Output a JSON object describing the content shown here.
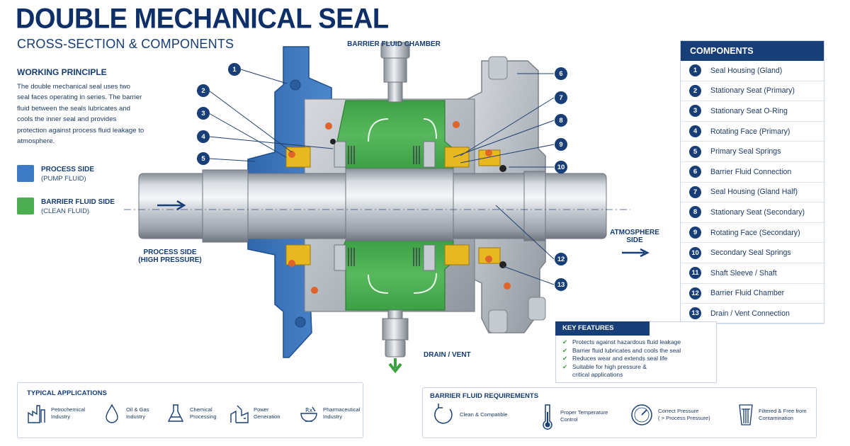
{
  "header": {
    "title": "DOUBLE MECHANICAL SEAL",
    "subtitle": "CROSS-SECTION & COMPONENTS"
  },
  "working_principle": {
    "title": "WORKING PRINCIPLE",
    "text": "The double mechanical seal uses two seal faces operating in series.  The barrier fluid between the seals lubricates and cools the inner seal and provides protection against process fluid leakage to atmosphere."
  },
  "legend": [
    {
      "title": "PROCESS SIDE",
      "sub": "(PUMP FLUID)",
      "color": "#3d7bc4"
    },
    {
      "title": "BARRIER FLUID SIDE",
      "sub": "(CLEAN FLUID)",
      "color": "#4cac52"
    }
  ],
  "diagram_labels": {
    "barrier_chamber": "BARRIER FLUID CHAMBER",
    "drain_vent": "DRAIN / VENT",
    "process_side_line1": "PROCESS SIDE",
    "process_side_line2": "(HIGH PRESSURE)",
    "atmosphere_line1": "ATMOSPHERE",
    "atmosphere_line2": "SIDE"
  },
  "callout_numbers": [
    "1",
    "2",
    "3",
    "4",
    "5",
    "6",
    "7",
    "8",
    "9",
    "10",
    "12",
    "13"
  ],
  "components": {
    "title": "COMPONENTS",
    "items": [
      {
        "num": "1",
        "label": "Seal Housing (Gland)"
      },
      {
        "num": "2",
        "label": "Stationary Seat (Primary)"
      },
      {
        "num": "3",
        "label": "Stationary Seat O-Ring"
      },
      {
        "num": "4",
        "label": "Rotating Face (Primary)"
      },
      {
        "num": "5",
        "label": "Primary Seal Springs"
      },
      {
        "num": "6",
        "label": "Barrier Fluid Connection"
      },
      {
        "num": "7",
        "label": "Seal Housing (Gland Half)"
      },
      {
        "num": "8",
        "label": "Stationary Seat (Secondary)"
      },
      {
        "num": "9",
        "label": "Rotating Face (Secondary)"
      },
      {
        "num": "10",
        "label": "Secondary Seal Springs"
      },
      {
        "num": "11",
        "label": "Shaft Sleeve / Shaft"
      },
      {
        "num": "12",
        "label": "Barrier Fluid Chamber"
      },
      {
        "num": "13",
        "label": "Drain / Vent Connection"
      }
    ]
  },
  "key_features": {
    "title": "KEY FEATURES",
    "items": [
      "Protects against hazardous fluid leakage",
      "Barrier fluid lubricates and cools the seal",
      "Reduces wear and extends seal life",
      "Suitable for high pressure &",
      "critical applications"
    ]
  },
  "applications": {
    "title": "TYPICAL APPLICATIONS",
    "items": [
      {
        "line1": "Petrochemical",
        "line2": "Industry",
        "icon": "refinery-icon"
      },
      {
        "line1": "Oil & Gas",
        "line2": "Industry",
        "icon": "drop-icon"
      },
      {
        "line1": "Chemical",
        "line2": "Processing",
        "icon": "flask-icon"
      },
      {
        "line1": "Power",
        "line2": "Generation",
        "icon": "power-plant-icon"
      },
      {
        "line1": "Pharmaceutical",
        "line2": "Industry",
        "icon": "mortar-icon"
      }
    ]
  },
  "barrier_requirements": {
    "title": "BARRIER FLUID REQUIREMENTS",
    "items": [
      {
        "line1": "Clean & Compatible",
        "line2": "",
        "icon": "recycle-icon"
      },
      {
        "line1": "Proper Temperature",
        "line2": "Control",
        "icon": "thermometer-icon"
      },
      {
        "line1": "Correct Pressure",
        "line2": "( > Process Pressure)",
        "icon": "gauge-icon"
      },
      {
        "line1": "Filtered & Free from",
        "line2": "Contamination",
        "icon": "filter-icon"
      }
    ]
  },
  "colors": {
    "navy": "#173e77",
    "process_blue": "#3d7bc4",
    "barrier_green": "#4cac52",
    "metal": "#b9bfc6",
    "face_yellow": "#e8b820",
    "oring_orange": "#e0632a"
  }
}
